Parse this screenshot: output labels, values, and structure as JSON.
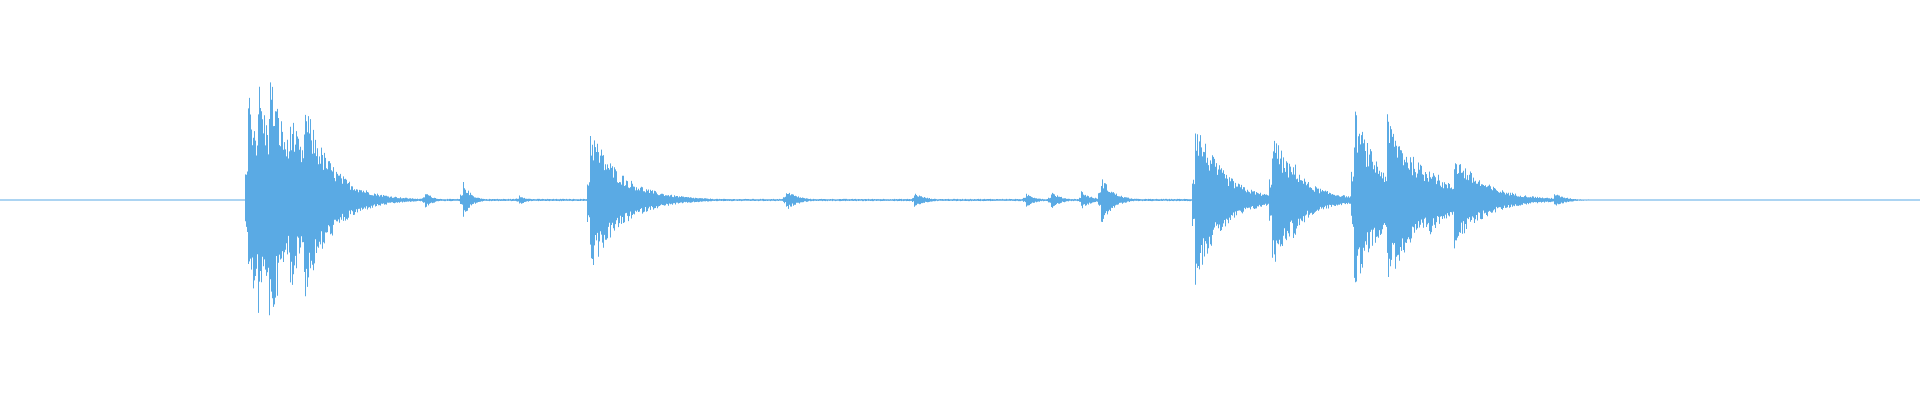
{
  "waveform": {
    "color": "#5aaae4",
    "baseline_color": "#5aaae4",
    "amplitude_scale": 1.0,
    "events": [
      {
        "t": 0.129,
        "peak": 0.62,
        "decay": 0.01
      },
      {
        "t": 0.134,
        "peak": 0.68,
        "decay": 0.01
      },
      {
        "t": 0.14,
        "peak": 0.72,
        "decay": 0.012
      },
      {
        "t": 0.146,
        "peak": 0.45,
        "decay": 0.01
      },
      {
        "t": 0.151,
        "peak": 0.5,
        "decay": 0.01
      },
      {
        "t": 0.158,
        "peak": 0.55,
        "decay": 0.014
      },
      {
        "t": 0.221,
        "peak": 0.05,
        "decay": 0.004
      },
      {
        "t": 0.241,
        "peak": 0.1,
        "decay": 0.004
      },
      {
        "t": 0.27,
        "peak": 0.03,
        "decay": 0.004
      },
      {
        "t": 0.307,
        "peak": 0.4,
        "decay": 0.016
      },
      {
        "t": 0.409,
        "peak": 0.06,
        "decay": 0.006
      },
      {
        "t": 0.476,
        "peak": 0.04,
        "decay": 0.006
      },
      {
        "t": 0.534,
        "peak": 0.04,
        "decay": 0.005
      },
      {
        "t": 0.547,
        "peak": 0.05,
        "decay": 0.005
      },
      {
        "t": 0.563,
        "peak": 0.05,
        "decay": 0.005
      },
      {
        "t": 0.573,
        "peak": 0.14,
        "decay": 0.006
      },
      {
        "t": 0.622,
        "peak": 0.46,
        "decay": 0.014
      },
      {
        "t": 0.634,
        "peak": 0.14,
        "decay": 0.008
      },
      {
        "t": 0.662,
        "peak": 0.38,
        "decay": 0.014
      },
      {
        "t": 0.673,
        "peak": 0.22,
        "decay": 0.01
      },
      {
        "t": 0.705,
        "peak": 0.5,
        "decay": 0.014
      },
      {
        "t": 0.722,
        "peak": 0.46,
        "decay": 0.02
      },
      {
        "t": 0.744,
        "peak": 0.22,
        "decay": 0.01
      },
      {
        "t": 0.757,
        "peak": 0.26,
        "decay": 0.016
      },
      {
        "t": 0.809,
        "peak": 0.04,
        "decay": 0.006
      }
    ],
    "quiet_ranges": [
      [
        0.868,
        0.888
      ]
    ],
    "floor_end": 0.995
  }
}
